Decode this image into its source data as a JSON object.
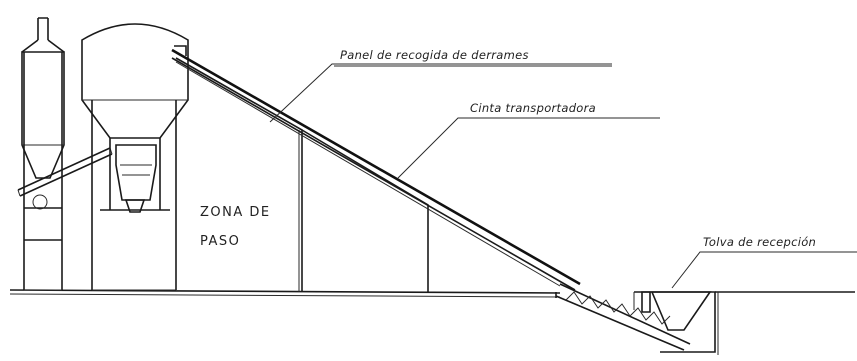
{
  "labels": {
    "spill_panel": "Panel de recogida de derrames",
    "conveyor_belt": "Cinta transportadora",
    "receiving_hopper": "Tolva de recepción",
    "zone_line1": "ZONA DE",
    "zone_line2": "PASO"
  }
}
